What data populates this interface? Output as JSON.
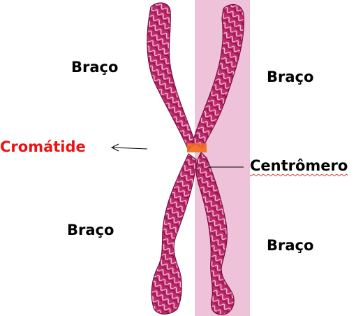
{
  "labels": {
    "arm_top_left": "Braço",
    "arm_top_right": "Braço",
    "arm_bottom_left": "Braço",
    "arm_bottom_right": "Braço",
    "chromatid": "Cromátide",
    "centromere": "Centrômero"
  },
  "colors": {
    "chromatid_label": "#ee1111",
    "chromosome_body": "#c02a6c",
    "chromosome_dark": "#7a1240",
    "chromosome_light": "#f3c5da",
    "centromere": "#f06a1e",
    "highlight_band": "#eec2d9"
  }
}
